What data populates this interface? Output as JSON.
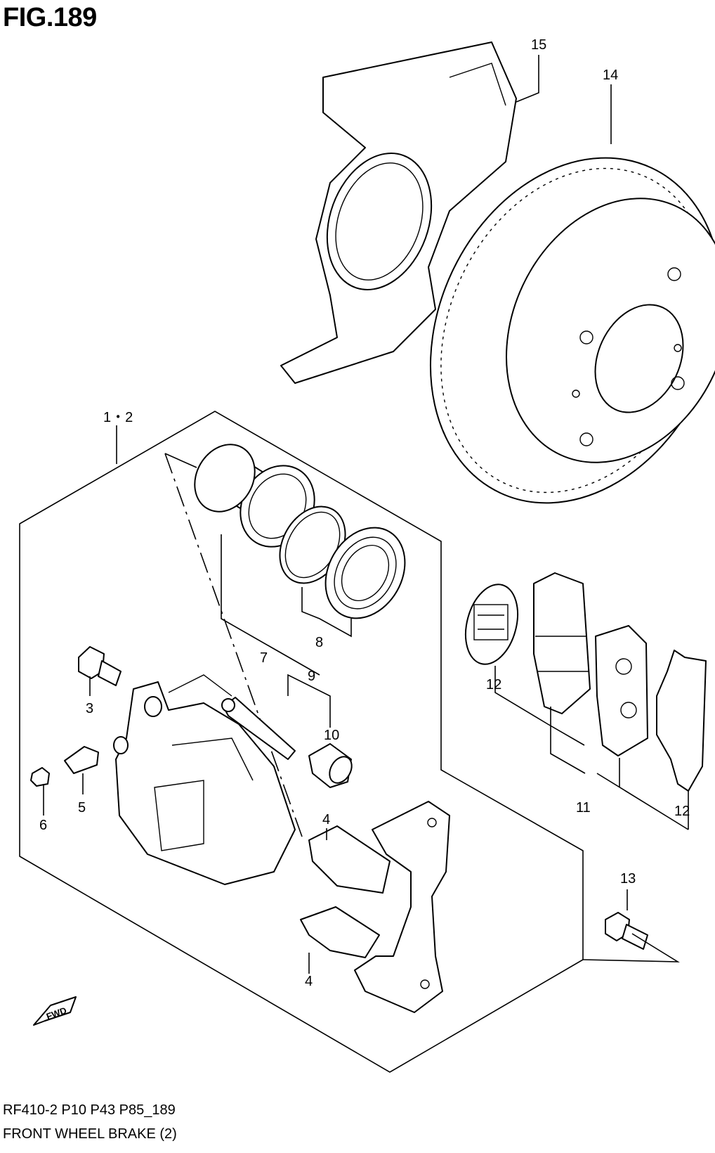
{
  "figure": {
    "title": "FIG.189"
  },
  "callouts": {
    "p1_2": "1・2",
    "p3": "3",
    "p4a": "4",
    "p4b": "4",
    "p5": "5",
    "p6": "6",
    "p7": "7",
    "p8": "8",
    "p9": "9",
    "p10": "10",
    "p11": "11",
    "p12a": "12",
    "p12b": "12",
    "p13": "13",
    "p14": "14",
    "p15": "15"
  },
  "fwd_marker": "FWD",
  "footer": {
    "code": "RF410-2 P10 P43 P85_189",
    "name": "FRONT WHEEL BRAKE (2)"
  }
}
